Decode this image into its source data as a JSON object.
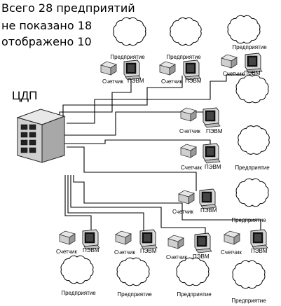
{
  "summary": {
    "total": "Всего 28 предприятий",
    "hidden": "не показано 18",
    "shown": "отображено 10"
  },
  "center": {
    "label": "ЦДП"
  },
  "labels": {
    "enterprise": "Предприятие",
    "meter": "Счетчик",
    "pc": "ПЭВМ"
  }
}
